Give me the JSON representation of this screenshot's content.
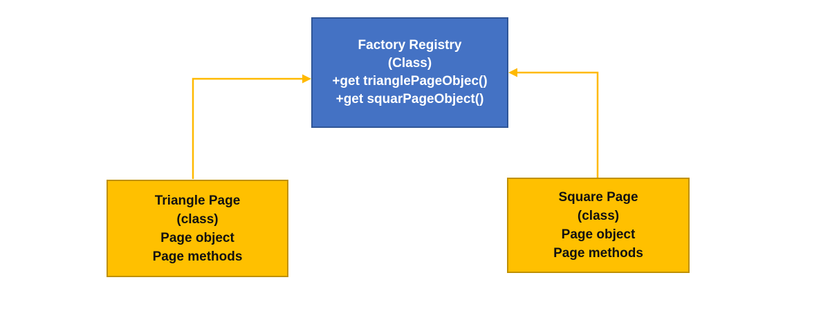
{
  "nodes": {
    "factory": {
      "lines": [
        "Factory Registry",
        "(Class)",
        "+get trianglePageObjec()",
        "+get squarPageObject()"
      ]
    },
    "triangle": {
      "lines": [
        "Triangle Page",
        "(class)",
        "Page object",
        "Page methods"
      ]
    },
    "square": {
      "lines": [
        "Square Page",
        "(class)",
        "Page object",
        "Page methods"
      ]
    }
  },
  "connectors": [
    {
      "from": "triangle-page",
      "to": "factory-registry",
      "direction": "up-then-right"
    },
    {
      "from": "square-page",
      "to": "factory-registry",
      "direction": "up-then-left"
    }
  ],
  "colors": {
    "factory_fill": "#4472C4",
    "factory_border": "#2F5597",
    "factory_text": "#FFFFFF",
    "page_fill": "#FFC000",
    "page_border": "#BF9000",
    "page_text": "#111111",
    "connector": "#FFB900",
    "background": "#FFFFFF"
  }
}
